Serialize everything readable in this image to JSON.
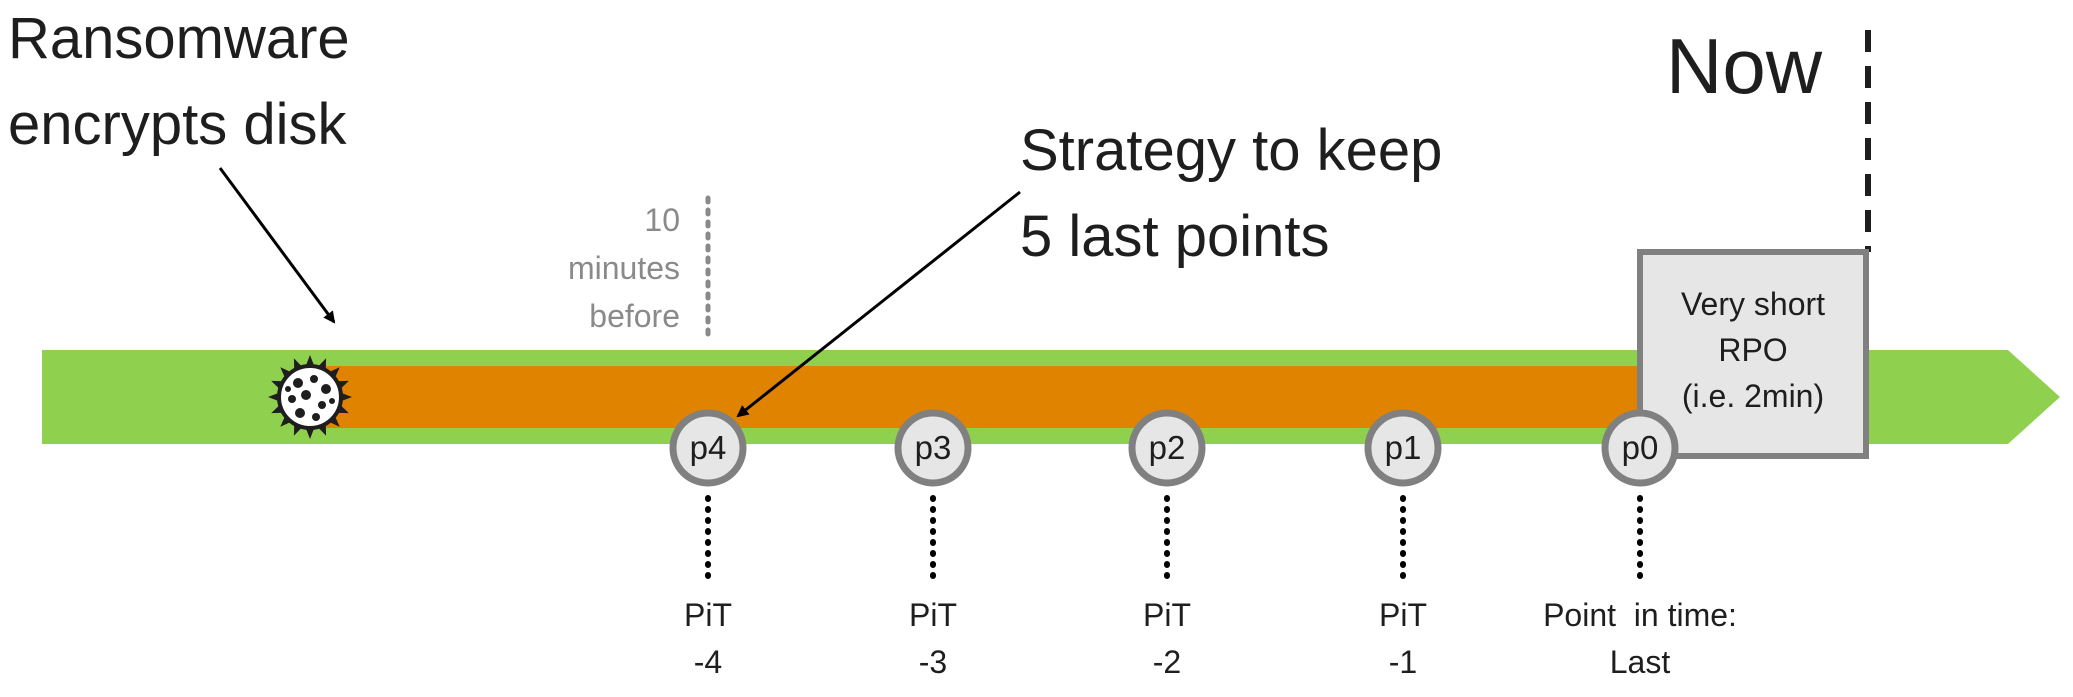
{
  "ransomware_label": [
    "Ransomware",
    "encrypts disk"
  ],
  "strategy_label": [
    "Strategy to keep",
    "5 last points"
  ],
  "now_label": "Now",
  "ten_minutes_label": [
    "10",
    "minutes",
    "before"
  ],
  "rpo_box": [
    "Very short",
    "RPO",
    "(i.e. 2min)"
  ],
  "points": [
    {
      "node": "p4",
      "pit": [
        "PiT",
        "-4"
      ]
    },
    {
      "node": "p3",
      "pit": [
        "PiT",
        "-3"
      ]
    },
    {
      "node": "p2",
      "pit": [
        "PiT",
        "-2"
      ]
    },
    {
      "node": "p1",
      "pit": [
        "PiT",
        "-1"
      ]
    },
    {
      "node": "p0",
      "pit": [
        "Point  in time:",
        "Last"
      ]
    }
  ],
  "colors": {
    "timeline": "#8fd14f",
    "exposure": "#e08300",
    "node_fill": "#e6e6e6",
    "node_stroke": "#808080",
    "rpo_fill": "#e6e6e6",
    "rpo_stroke": "#808080",
    "text": "#1e1e1e",
    "muted_text": "#8a8a8a"
  },
  "icons": [
    "virus-icon",
    "arrow-icon"
  ]
}
